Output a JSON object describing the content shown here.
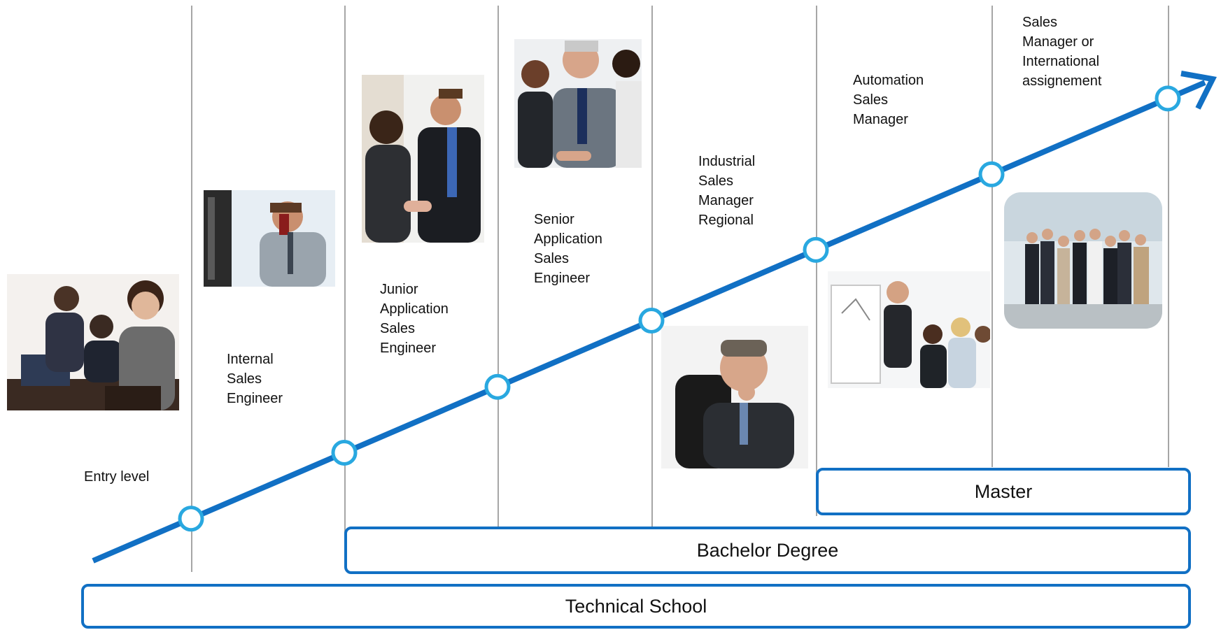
{
  "roles": [
    {
      "lines": [
        "Entry level"
      ]
    },
    {
      "lines": [
        "Internal",
        "Sales",
        "Engineer"
      ]
    },
    {
      "lines": [
        "Junior",
        "Application",
        "Sales",
        "Engineer"
      ]
    },
    {
      "lines": [
        "Senior",
        "Application",
        "Sales",
        "Engineer"
      ]
    },
    {
      "lines": [
        "Industrial",
        "Sales",
        "Manager",
        "Regional"
      ]
    },
    {
      "lines": [
        "Automation",
        "Sales",
        "Manager"
      ]
    },
    {
      "lines": [
        "Sales",
        "Manager or",
        "International",
        "assignement"
      ]
    }
  ],
  "education": {
    "master": "Master",
    "bachelor": "Bachelor Degree",
    "technical": "Technical School"
  },
  "colors": {
    "line": "#1170c4",
    "marker": "#29a8e0",
    "divider": "#a6a6a6"
  }
}
